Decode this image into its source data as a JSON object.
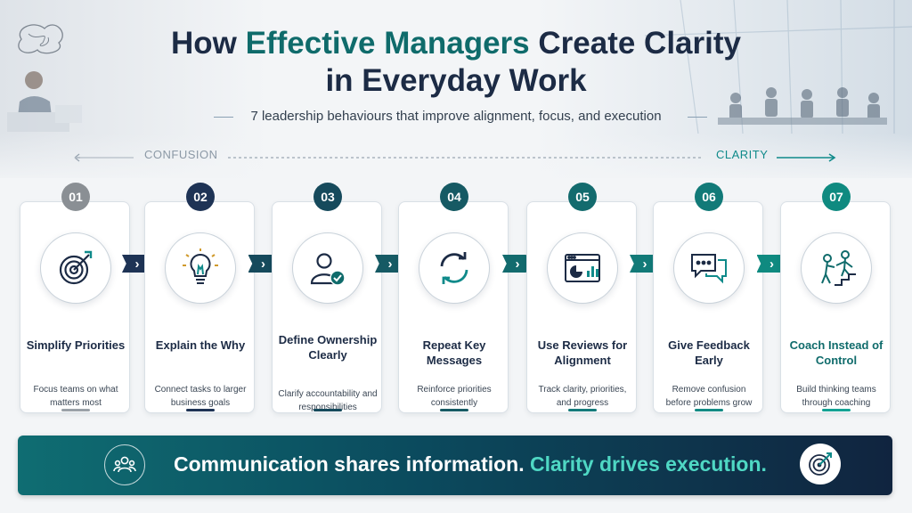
{
  "header": {
    "title_part1": "How ",
    "title_accent": "Effective Managers",
    "title_part2": " Create Clarity",
    "title_line2": "in Everyday Work",
    "subtitle": "7 leadership behaviours that improve alignment, focus, and execution"
  },
  "axis": {
    "left_label": "CONFUSION",
    "right_label": "CLARITY"
  },
  "colors": {
    "navy": "#1c2b45",
    "teal": "#0f6b6b",
    "grey_num": "#8a8f94",
    "accent_cyan": "#4fd8c4"
  },
  "steps": [
    {
      "number": "01",
      "title": "Simplify Priorities",
      "description": "Focus teams on what matters most",
      "icon": "target-icon",
      "num_color": "#8a8f94",
      "title_color": "#1c2b45",
      "bar_color": "#9aa1a8"
    },
    {
      "number": "02",
      "title": "Explain the Why",
      "description": "Connect tasks to larger business goals",
      "icon": "lightbulb-icon",
      "num_color": "#1e3355",
      "title_color": "#1c2b45",
      "bar_color": "#1e3355"
    },
    {
      "number": "03",
      "title": "Define Ownership Clearly",
      "description": "Clarify accountability and responsibilities",
      "icon": "person-check-icon",
      "num_color": "#164a5c",
      "title_color": "#1c2b45",
      "bar_color": "#164a5c"
    },
    {
      "number": "04",
      "title": "Repeat Key Messages",
      "description": "Reinforce priorities consistently",
      "icon": "refresh-icon",
      "num_color": "#165a64",
      "title_color": "#1c2b45",
      "bar_color": "#165a64"
    },
    {
      "number": "05",
      "title": "Use Reviews for Alignment",
      "description": "Track clarity, priorities, and progress",
      "icon": "dashboard-icon",
      "num_color": "#136b6e",
      "title_color": "#1c2b45",
      "bar_color": "#137a7a"
    },
    {
      "number": "06",
      "title": "Give Feedback Early",
      "description": "Remove confusion before problems grow",
      "icon": "chat-icon",
      "num_color": "#127a78",
      "title_color": "#1c2b45",
      "bar_color": "#128a84"
    },
    {
      "number": "07",
      "title": "Coach Instead of Control",
      "description": "Build thinking teams through coaching",
      "icon": "coaching-icon",
      "num_color": "#0f8a80",
      "title_color": "#0f6b6b",
      "bar_color": "#13a294"
    }
  ],
  "banner": {
    "text_part1": "Communication shares information.",
    "text_part2": "Clarity drives execution.",
    "left_icon": "team-icon",
    "right_icon": "target-icon"
  }
}
